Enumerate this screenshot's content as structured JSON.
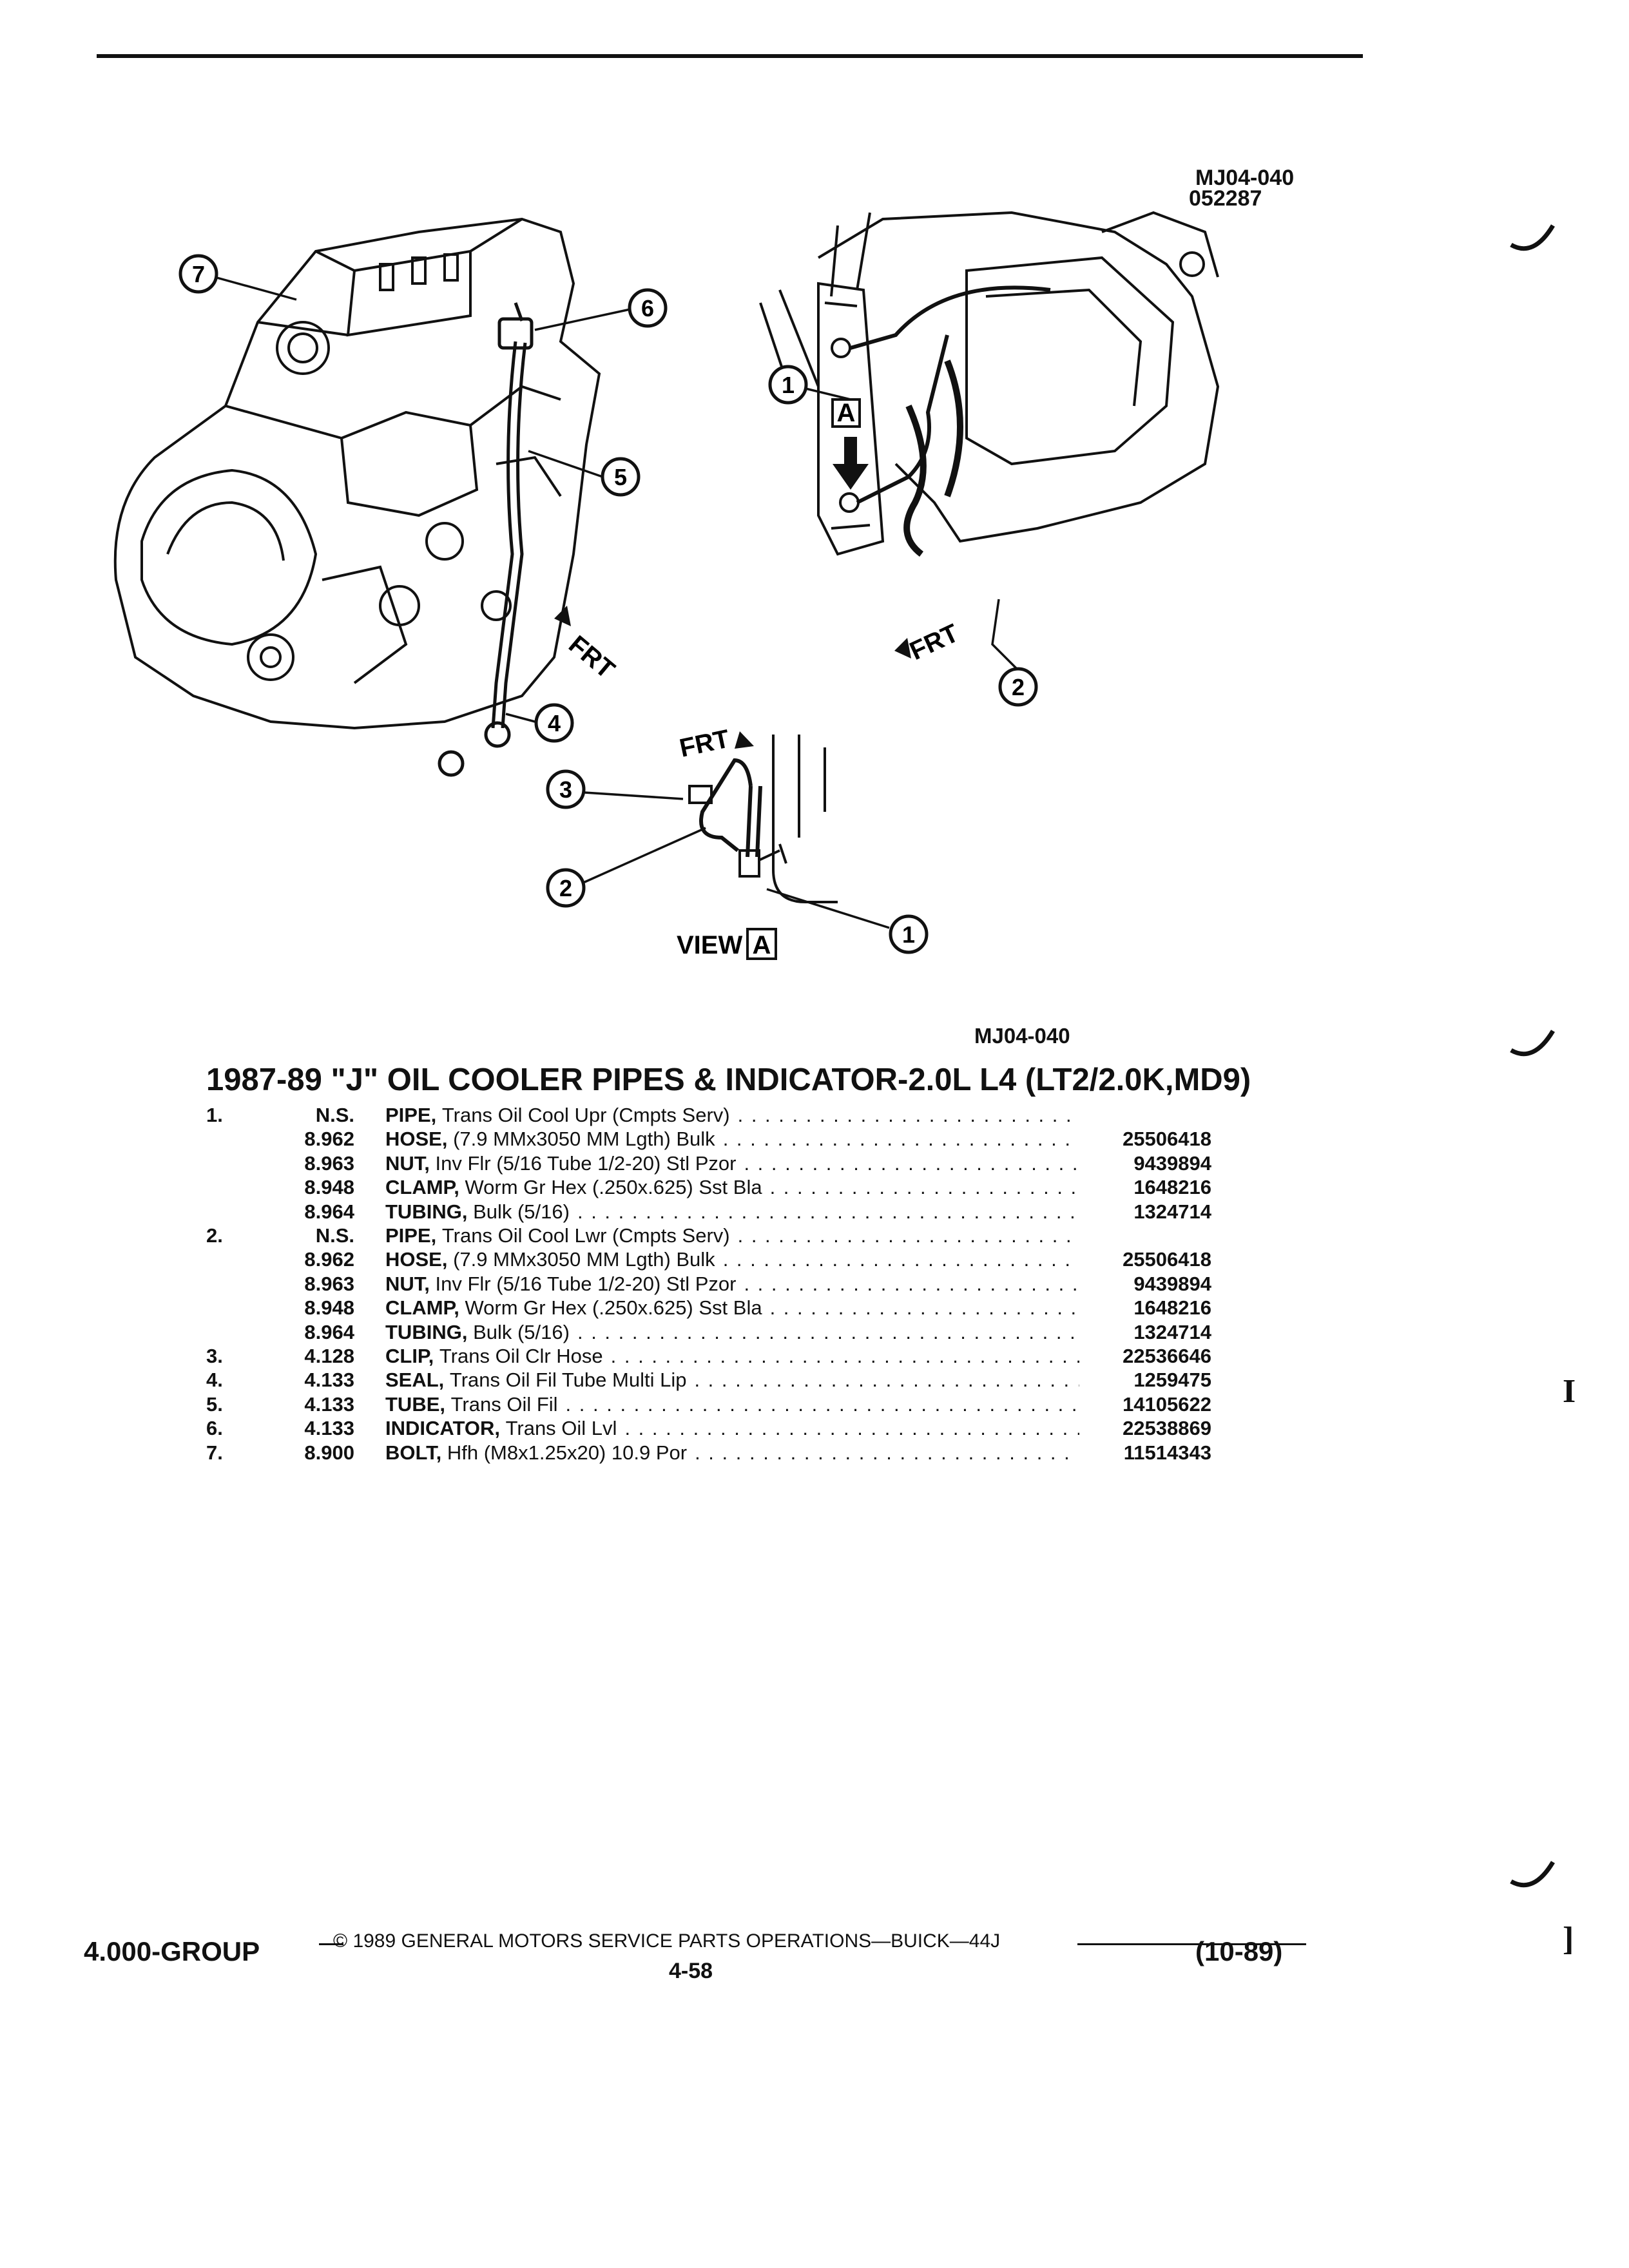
{
  "header": {
    "figure_code": "MJ04-040",
    "figure_date": "052287"
  },
  "diagram": {
    "callouts": [
      "1",
      "2",
      "3",
      "4",
      "5",
      "6",
      "7"
    ],
    "frt_label": "FRT",
    "view_word": "VIEW",
    "view_letter": "A",
    "caption_code": "MJ04-040"
  },
  "section_title": "1987-89 \"J\" OIL COOLER PIPES & INDICATOR-2.0L L4 (LT2/2.0K,MD9)",
  "parts": [
    {
      "item": "1.",
      "cat": "N.S.",
      "name": "PIPE,",
      "desc": "Trans Oil Cool Upr (Cmpts Serv)",
      "pn": ""
    },
    {
      "item": "",
      "cat": "8.962",
      "name": "HOSE,",
      "desc": "(7.9 MMx3050 MM Lgth) Bulk",
      "pn": "25506418"
    },
    {
      "item": "",
      "cat": "8.963",
      "name": "NUT,",
      "desc": "Inv Flr (5/16 Tube 1/2-20) Stl Pzor",
      "pn": "9439894"
    },
    {
      "item": "",
      "cat": "8.948",
      "name": "CLAMP,",
      "desc": "Worm Gr Hex (.250x.625) Sst Bla",
      "pn": "1648216"
    },
    {
      "item": "",
      "cat": "8.964",
      "name": "TUBING,",
      "desc": "Bulk (5/16)",
      "pn": "1324714"
    },
    {
      "item": "2.",
      "cat": "N.S.",
      "name": "PIPE,",
      "desc": "Trans Oil Cool Lwr (Cmpts Serv)",
      "pn": ""
    },
    {
      "item": "",
      "cat": "8.962",
      "name": "HOSE,",
      "desc": "(7.9 MMx3050 MM Lgth) Bulk",
      "pn": "25506418"
    },
    {
      "item": "",
      "cat": "8.963",
      "name": "NUT,",
      "desc": "Inv Flr (5/16 Tube 1/2-20) Stl Pzor",
      "pn": "9439894"
    },
    {
      "item": "",
      "cat": "8.948",
      "name": "CLAMP,",
      "desc": "Worm Gr Hex (.250x.625) Sst Bla",
      "pn": "1648216"
    },
    {
      "item": "",
      "cat": "8.964",
      "name": "TUBING,",
      "desc": "Bulk (5/16)",
      "pn": "1324714"
    },
    {
      "item": "3.",
      "cat": "4.128",
      "name": "CLIP,",
      "desc": "Trans Oil Clr Hose",
      "pn": "22536646"
    },
    {
      "item": "4.",
      "cat": "4.133",
      "name": "SEAL,",
      "desc": "Trans Oil Fil Tube Multi Lip",
      "pn": "1259475"
    },
    {
      "item": "5.",
      "cat": "4.133",
      "name": "TUBE,",
      "desc": "Trans Oil Fil",
      "pn": "14105622"
    },
    {
      "item": "6.",
      "cat": "4.133",
      "name": "INDICATOR,",
      "desc": "Trans Oil Lvl",
      "pn": "22538869"
    },
    {
      "item": "7.",
      "cat": "8.900",
      "name": "BOLT,",
      "desc": "Hfh (M8x1.25x20) 10.9 Por",
      "pn": "11514343"
    }
  ],
  "footer": {
    "group": "4.000-GROUP",
    "copyright": "© 1989 GENERAL MOTORS SERVICE PARTS OPERATIONS—BUICK—44J",
    "page": "4-58",
    "date": "(10-89)"
  },
  "margin_marks": [
    "I",
    "]"
  ]
}
